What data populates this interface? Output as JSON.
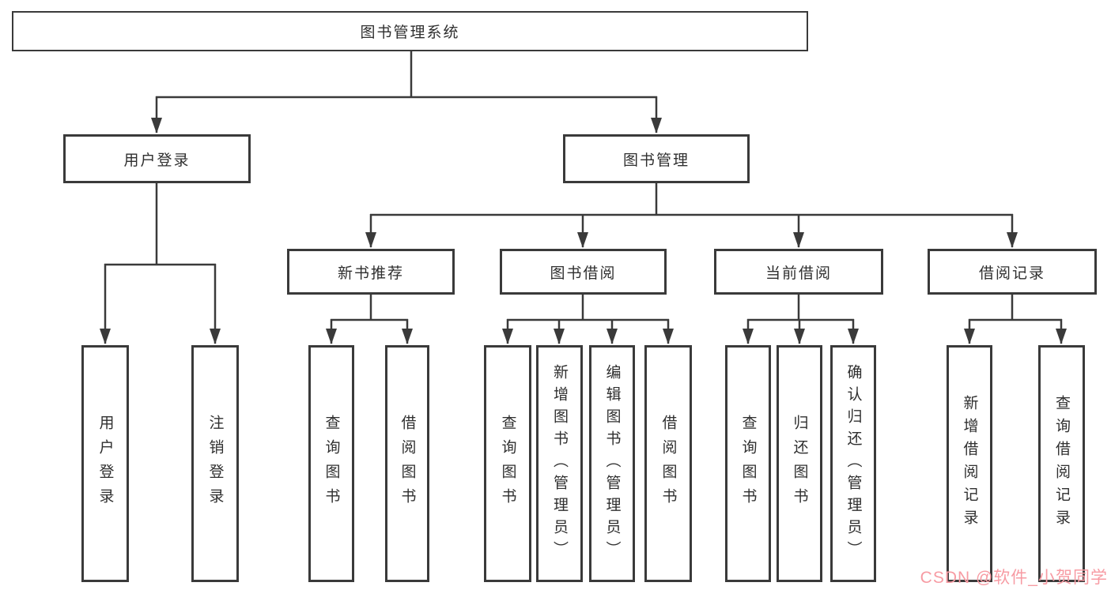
{
  "tree": {
    "root": {
      "label": "图书管理系统"
    },
    "children": [
      {
        "label": "用户登录",
        "children": [
          {
            "label": "用户登录"
          },
          {
            "label": "注销登录"
          }
        ]
      },
      {
        "label": "图书管理",
        "children": [
          {
            "label": "新书推荐",
            "children": [
              {
                "label": "查询图书"
              },
              {
                "label": "借阅图书"
              }
            ]
          },
          {
            "label": "图书借阅",
            "children": [
              {
                "label": "查询图书"
              },
              {
                "label": "新增图书（管理员）"
              },
              {
                "label": "编辑图书（管理员）"
              },
              {
                "label": "借阅图书"
              }
            ]
          },
          {
            "label": "当前借阅",
            "children": [
              {
                "label": "查询图书"
              },
              {
                "label": "归还图书"
              },
              {
                "label": "确认归还（管理员）"
              }
            ]
          },
          {
            "label": "借阅记录",
            "children": [
              {
                "label": "新增借阅记录"
              },
              {
                "label": "查询借阅记录"
              }
            ]
          }
        ]
      }
    ]
  },
  "watermark": {
    "text": "CSDN @软件_小贺同学",
    "color": "#F79BA3"
  },
  "colors": {
    "line": "#3A3A3A",
    "box_border": "#3A3A3A",
    "box_bg": "#FFFFFF",
    "text": "#2F2F2F",
    "background": "#FFFFFF"
  }
}
